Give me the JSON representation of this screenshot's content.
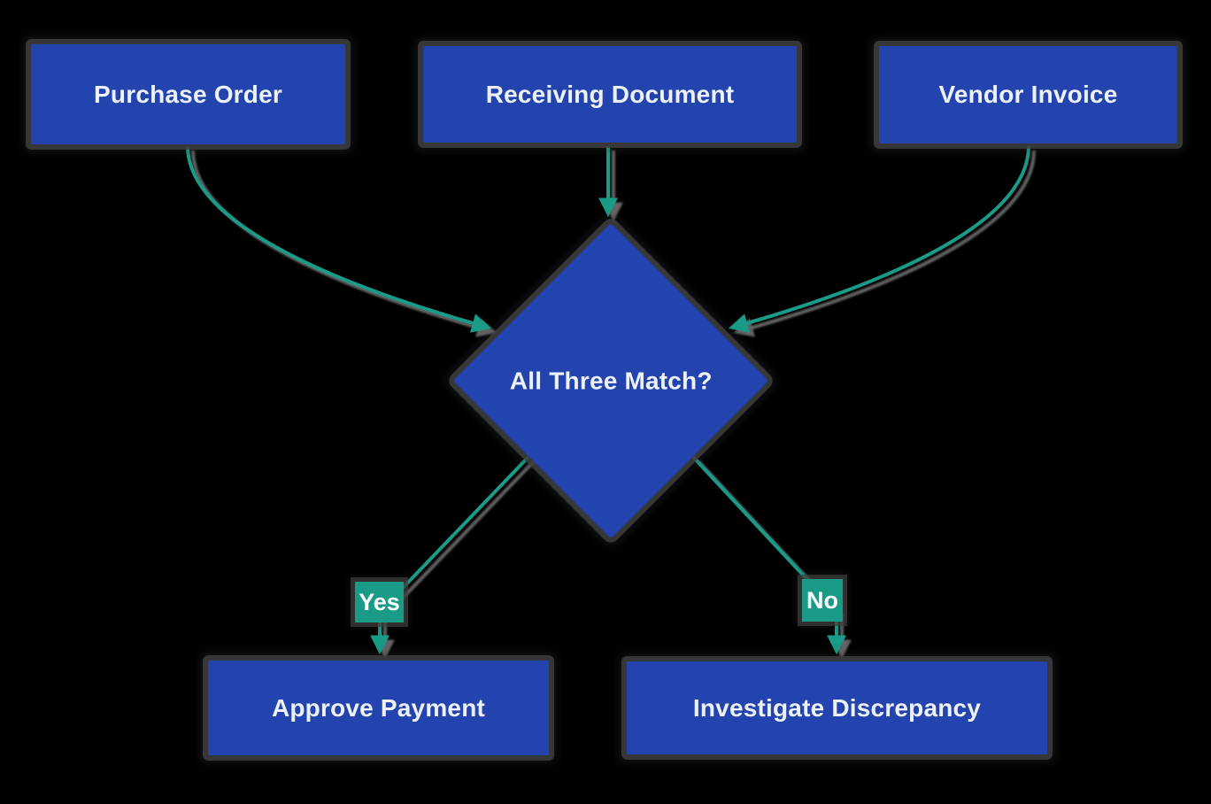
{
  "diagram": {
    "type": "flowchart",
    "background": "#000000",
    "colors": {
      "node_fill": "#2343AE",
      "node_text": "#EDF2FA",
      "edge_stroke": "#199B88",
      "edge_label_fill": "#199B88",
      "edge_label_text": "#FFFFFF",
      "shadow": "#3E3E3E"
    },
    "nodes": {
      "purchase_order": {
        "label": "Purchase Order",
        "shape": "rectangle"
      },
      "receiving_document": {
        "label": "Receiving Document",
        "shape": "rectangle"
      },
      "vendor_invoice": {
        "label": "Vendor Invoice",
        "shape": "rectangle"
      },
      "decision": {
        "label": "All Three Match?",
        "shape": "diamond"
      },
      "approve_payment": {
        "label": "Approve Payment",
        "shape": "rectangle"
      },
      "investigate_discrepancy": {
        "label": "Investigate Discrepancy",
        "shape": "rectangle"
      }
    },
    "edge_labels": {
      "yes": "Yes",
      "no": "No"
    },
    "edges": [
      {
        "from": "Purchase Order",
        "to": "All Three Match?",
        "label": ""
      },
      {
        "from": "Receiving Document",
        "to": "All Three Match?",
        "label": ""
      },
      {
        "from": "Vendor Invoice",
        "to": "All Three Match?",
        "label": ""
      },
      {
        "from": "All Three Match?",
        "to": "Approve Payment",
        "label": "Yes"
      },
      {
        "from": "All Three Match?",
        "to": "Investigate Discrepancy",
        "label": "No"
      }
    ]
  }
}
